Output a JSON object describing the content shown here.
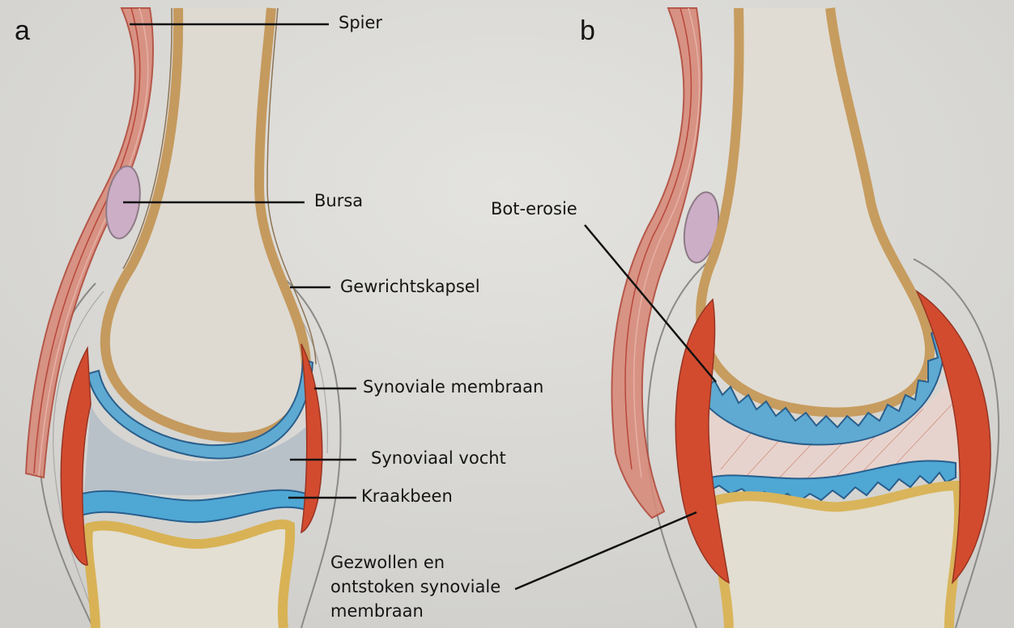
{
  "panels": {
    "a": "a",
    "b": "b"
  },
  "labels": {
    "spier": "Spier",
    "bursa": "Bursa",
    "gewrichtskapsel": "Gewrichtskapsel",
    "synoviale_membraan": "Synoviale membraan",
    "synoviaal_vocht": "Synoviaal vocht",
    "kraakbeen": "Kraakbeen",
    "bot_erosie": "Bot-erosie",
    "gezwollen_line1": "Gezwollen en",
    "gezwollen_line2": "ontstoken synoviale",
    "gezwollen_line3": "membraan"
  },
  "colors": {
    "paper": "#d9d8d4",
    "bone": "#d8b07a",
    "cartilage": "#58a8cf",
    "muscle": "#c5624e",
    "synovial_membrane": "#d04a2e",
    "bursa": "#c9a8c4",
    "fluid": "#b7c1c9"
  }
}
